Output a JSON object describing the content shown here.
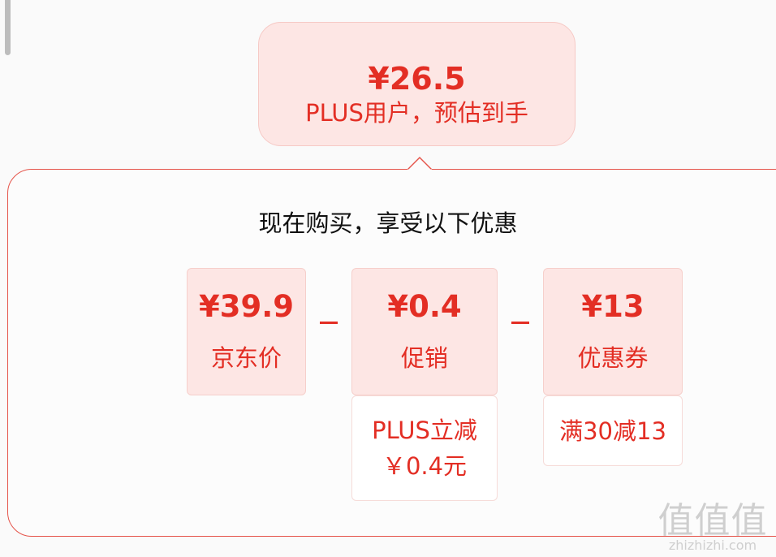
{
  "summary": {
    "price": "¥26.5",
    "label": "PLUS用户，预估到手"
  },
  "panel": {
    "title": "现在购买，享受以下优惠"
  },
  "breakdown": {
    "jd_price": {
      "amount": "¥39.9",
      "label": "京东价"
    },
    "promo": {
      "amount": "¥0.4",
      "label": "促销",
      "detail_line1": "PLUS立减",
      "detail_line2": "￥0.4元"
    },
    "coupon": {
      "amount": "¥13",
      "label": "优惠券",
      "detail": "满30减13"
    }
  },
  "watermark": {
    "logo": "值值值",
    "domain": "zhizhizhi.com"
  },
  "colors": {
    "accent": "#e32e24",
    "card_bg": "#fde6e4",
    "panel_border": "#e5544a"
  }
}
